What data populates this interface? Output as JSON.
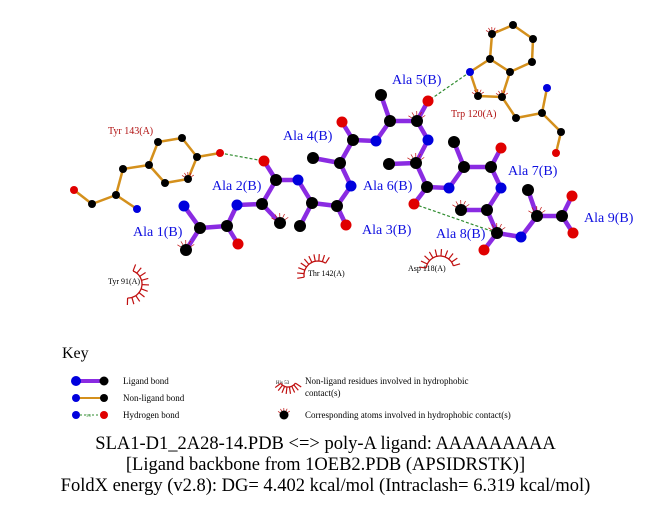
{
  "ligand_residues": [
    "Ala 1(B)",
    "Ala 2(B)",
    "Ala 3(B)",
    "Ala 4(B)",
    "Ala 5(B)",
    "Ala 6(B)",
    "Ala 7(B)",
    "Ala 8(B)",
    "Ala 9(B)"
  ],
  "hbond_residues": [
    "Tyr 143(A)",
    "Trp 120(A)"
  ],
  "hydrophobic_residues": [
    "Tyr 91(A)",
    "Thr 142(A)",
    "Asp 118(A)"
  ],
  "key": {
    "title": "Key",
    "ligand_bond": "Ligand bond",
    "non_ligand_bond": "Non-ligand bond",
    "hydrogen_bond": "Hydrogen bond",
    "hbond_distance_example": "3.0",
    "example_residue": "His 53",
    "non_ligand_residues": "Non-ligand residues involved in hydrophobic",
    "non_ligand_residues_2": "contact(s)",
    "corresponding_atoms": "Corresponding atoms involved in hydrophobic contact(s)"
  },
  "caption": {
    "line1": "SLA1-D1_2A28-14.PDB <=> poly-A ligand: AAAAAAAAA",
    "line2": "[Ligand backbone from 1OEB2.PDB (APSIDRSTK)]",
    "line3": "FoldX energy (v2.8): DG= 4.402 kcal/mol (Intraclash= 6.319 kcal/mol)"
  },
  "colors": {
    "ligand_bond": "#8a2be2",
    "non_ligand_bond": "#d4901c",
    "carbon": "#000000",
    "nitrogen": "#0000dd",
    "oxygen": "#e00000",
    "hbond": "#2e8b2e",
    "ligand_label": "#1010e0",
    "residue_label": "#b01010",
    "hydrophobic": "#c01010"
  }
}
